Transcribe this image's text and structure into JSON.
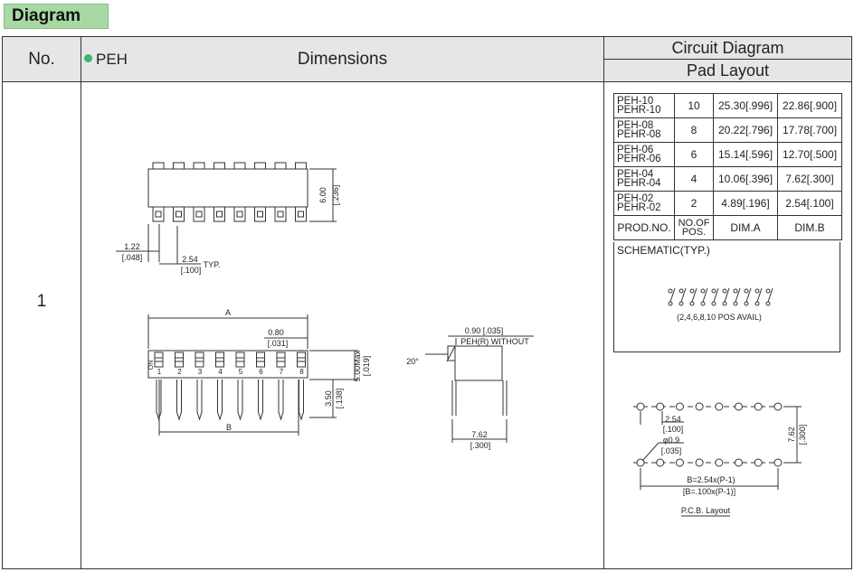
{
  "section_tag": "Diagram",
  "headers": {
    "no": "No.",
    "dimensions": "Dimensions",
    "circuit": "Circuit Diagram",
    "pad": "Pad Layout"
  },
  "row_number": "1",
  "series": "PEH",
  "dims": {
    "height": "6.00",
    "height_in": "[.236]",
    "edge": "1.22",
    "edge_in": "[.048]",
    "pitch": "2.54",
    "pitch_in": "[.100]",
    "typ": "TYP.",
    "a": "A",
    "b": "B",
    "gap": "0.80",
    "gap_in": "[.031]",
    "max": "5.00Max",
    "max_in": "[.019]",
    "lead": "3.50",
    "lead_in": "[.138]",
    "side_w": "0.90 [.035]",
    "side_note": "PEH(R) WITHOUT",
    "angle": "20°",
    "row_sp": "7.62",
    "row_sp_in": "[.300]",
    "on": "ON",
    "switch_numbers": [
      "1",
      "2",
      "3",
      "4",
      "5",
      "6",
      "7",
      "8"
    ]
  },
  "spec_table": {
    "rows": [
      {
        "prod": [
          "PEH-10",
          "PEHR-10"
        ],
        "pos": "10",
        "dim_a": "25.30[.996]",
        "dim_b": "22.86[.900]"
      },
      {
        "prod": [
          "PEH-08",
          "PEHR-08"
        ],
        "pos": "8",
        "dim_a": "20.22[.796]",
        "dim_b": "17.78[.700]"
      },
      {
        "prod": [
          "PEH-06",
          "PEHR-06"
        ],
        "pos": "6",
        "dim_a": "15.14[.596]",
        "dim_b": "12.70[.500]"
      },
      {
        "prod": [
          "PEH-04",
          "PEHR-04"
        ],
        "pos": "4",
        "dim_a": "10.06[.396]",
        "dim_b": "7.62[.300]"
      },
      {
        "prod": [
          "PEH-02",
          "PEHR-02"
        ],
        "pos": "2",
        "dim_a": "4.89[.196]",
        "dim_b": "2.54[.100]"
      }
    ],
    "header": {
      "prod": "PROD.NO.",
      "pos": [
        "NO.OF",
        "POS."
      ],
      "dim_a": "DIM.A",
      "dim_b": "DIM.B"
    }
  },
  "schematic": {
    "title": "SCHEMATIC(TYP.)",
    "note": "(2,4,6,8,10 POS AVAIL)"
  },
  "pad": {
    "pitch": "2.54",
    "pitch_in": "[.100]",
    "hole": "φ0.9",
    "hole_in": "[.035]",
    "row": "7.62",
    "row_in": "[.300]",
    "formula_mm": "B=2.54x(P-1)",
    "formula_in": "[B=.100x(P-1)]",
    "caption": "P.C.B. Layout"
  }
}
